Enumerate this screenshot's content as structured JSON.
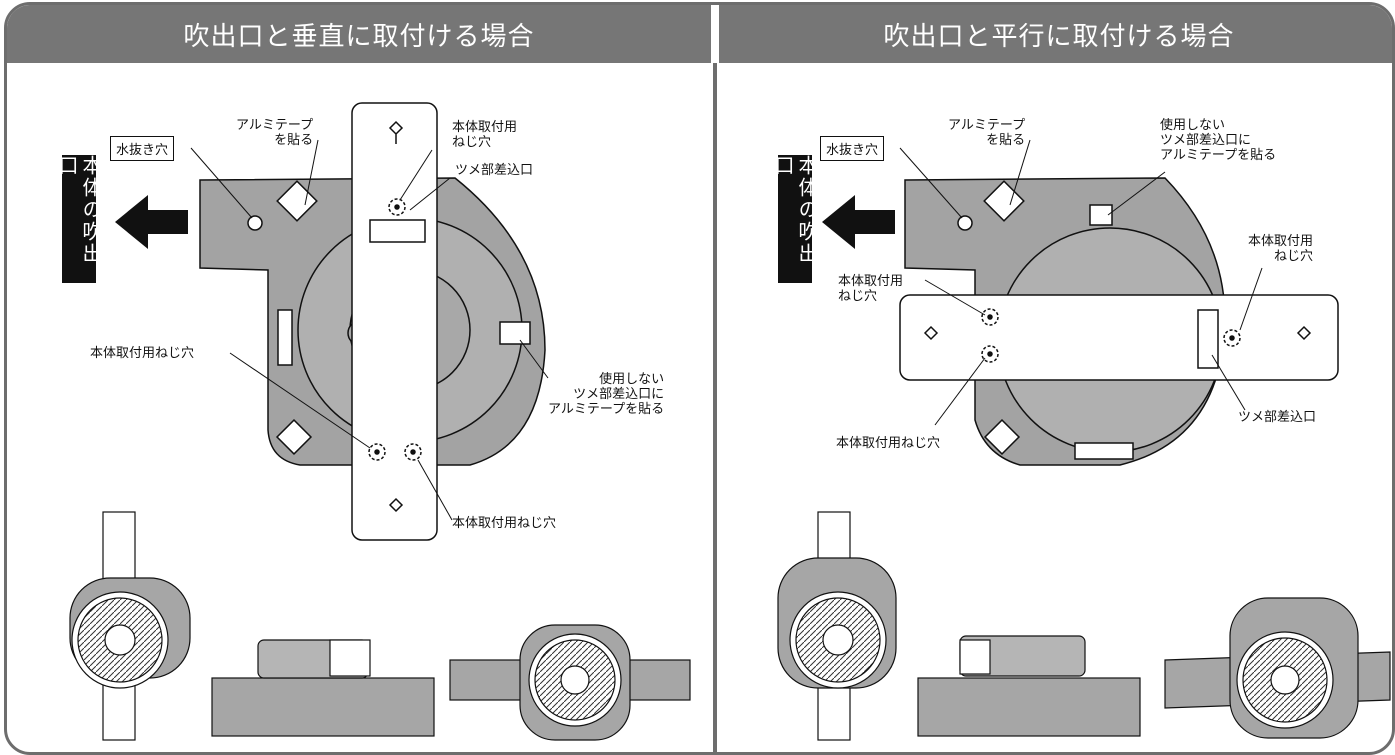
{
  "panels": {
    "left": {
      "title": "吹出口と垂直に取付ける場合",
      "outlet_label": "本体の吹出口",
      "drain_label": "水抜き穴",
      "tape_label": "アルミテープ\nを貼る",
      "screw_top_label": "本体取付用\nねじ穴",
      "tab_label": "ツメ部差込口",
      "screw_mid_label": "本体取付用ねじ穴",
      "unused_label": "使用しない\nツメ部差込口に\nアルミテープを貼る",
      "screw_bottom_label": "本体取付用ねじ穴"
    },
    "right": {
      "title": "吹出口と平行に取付ける場合",
      "outlet_label": "本体の吹出口",
      "drain_label": "水抜き穴",
      "tape_label": "アルミテープ\nを貼る",
      "unused_label": "使用しない\nツメ部差込口に\nアルミテープを貼る",
      "screw_right_label": "本体取付用\nねじ穴",
      "screw_left_label": "本体取付用\nねじ穴",
      "screw_bottom_label": "本体取付用ねじ穴",
      "tab_label": "ツメ部差込口"
    }
  },
  "colors": {
    "header_bg": "#767676",
    "frame": "#6d6d6d",
    "panel_fill": "#9a9a9a",
    "ink": "#111111"
  }
}
